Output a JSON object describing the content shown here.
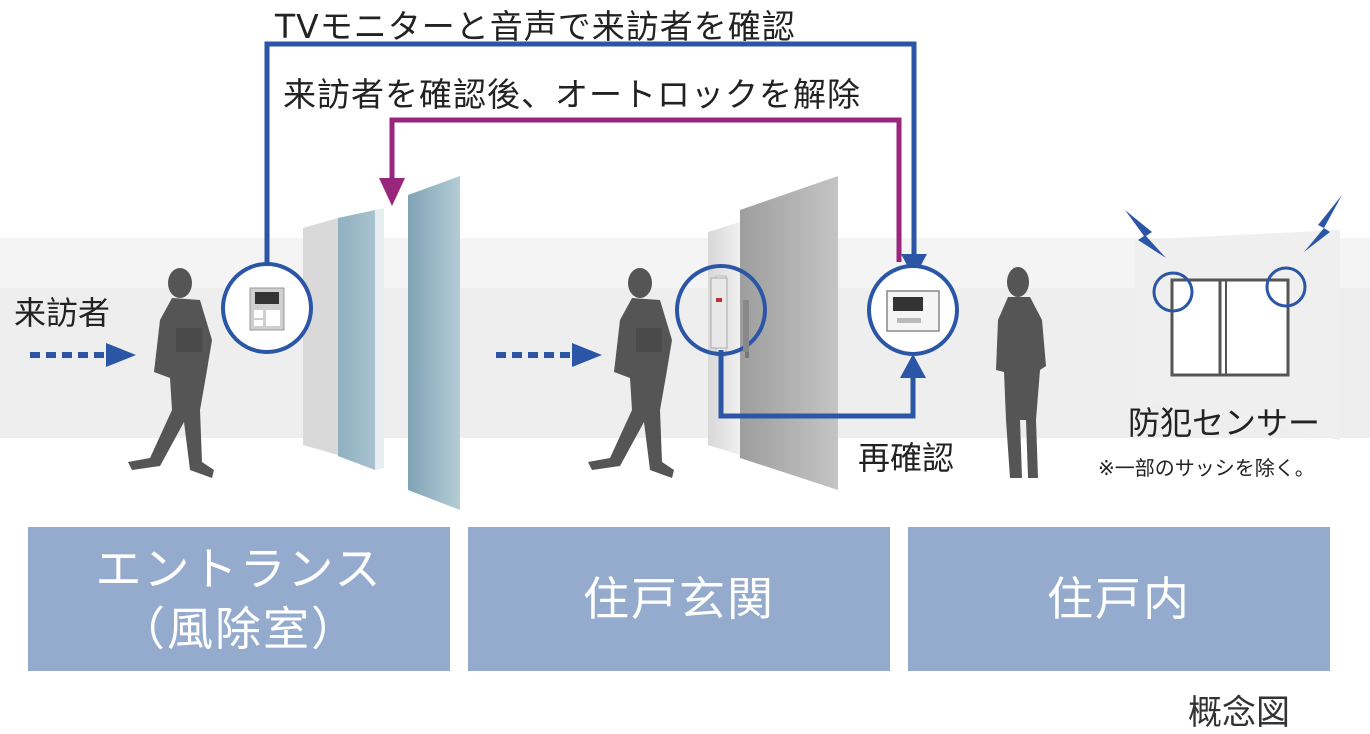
{
  "labels": {
    "monitor_flow": "TVモニターと音声で来訪者を確認",
    "unlock_flow": "来訪者を確認後、オートロックを解除",
    "visitor": "来訪者",
    "recheck": "再確認",
    "sensor": "防犯センサー",
    "sensor_note": "※一部のサッシを除く。",
    "caption": "概念図"
  },
  "zones": [
    {
      "line1": "エントランス",
      "line2": "（風除室）"
    },
    {
      "line1": "住戸玄関",
      "line2": ""
    },
    {
      "line1": "住戸内",
      "line2": ""
    }
  ],
  "colors": {
    "blue_flow": "#2b56a6",
    "magenta_flow": "#98267c",
    "zone_fill": "#94abce",
    "floor_band": "#ececec"
  },
  "icons": [
    "visitor-silhouette",
    "entrance-intercom",
    "door-panel",
    "room-monitor",
    "resident-silhouette",
    "window-sensor",
    "lightning-icon"
  ]
}
